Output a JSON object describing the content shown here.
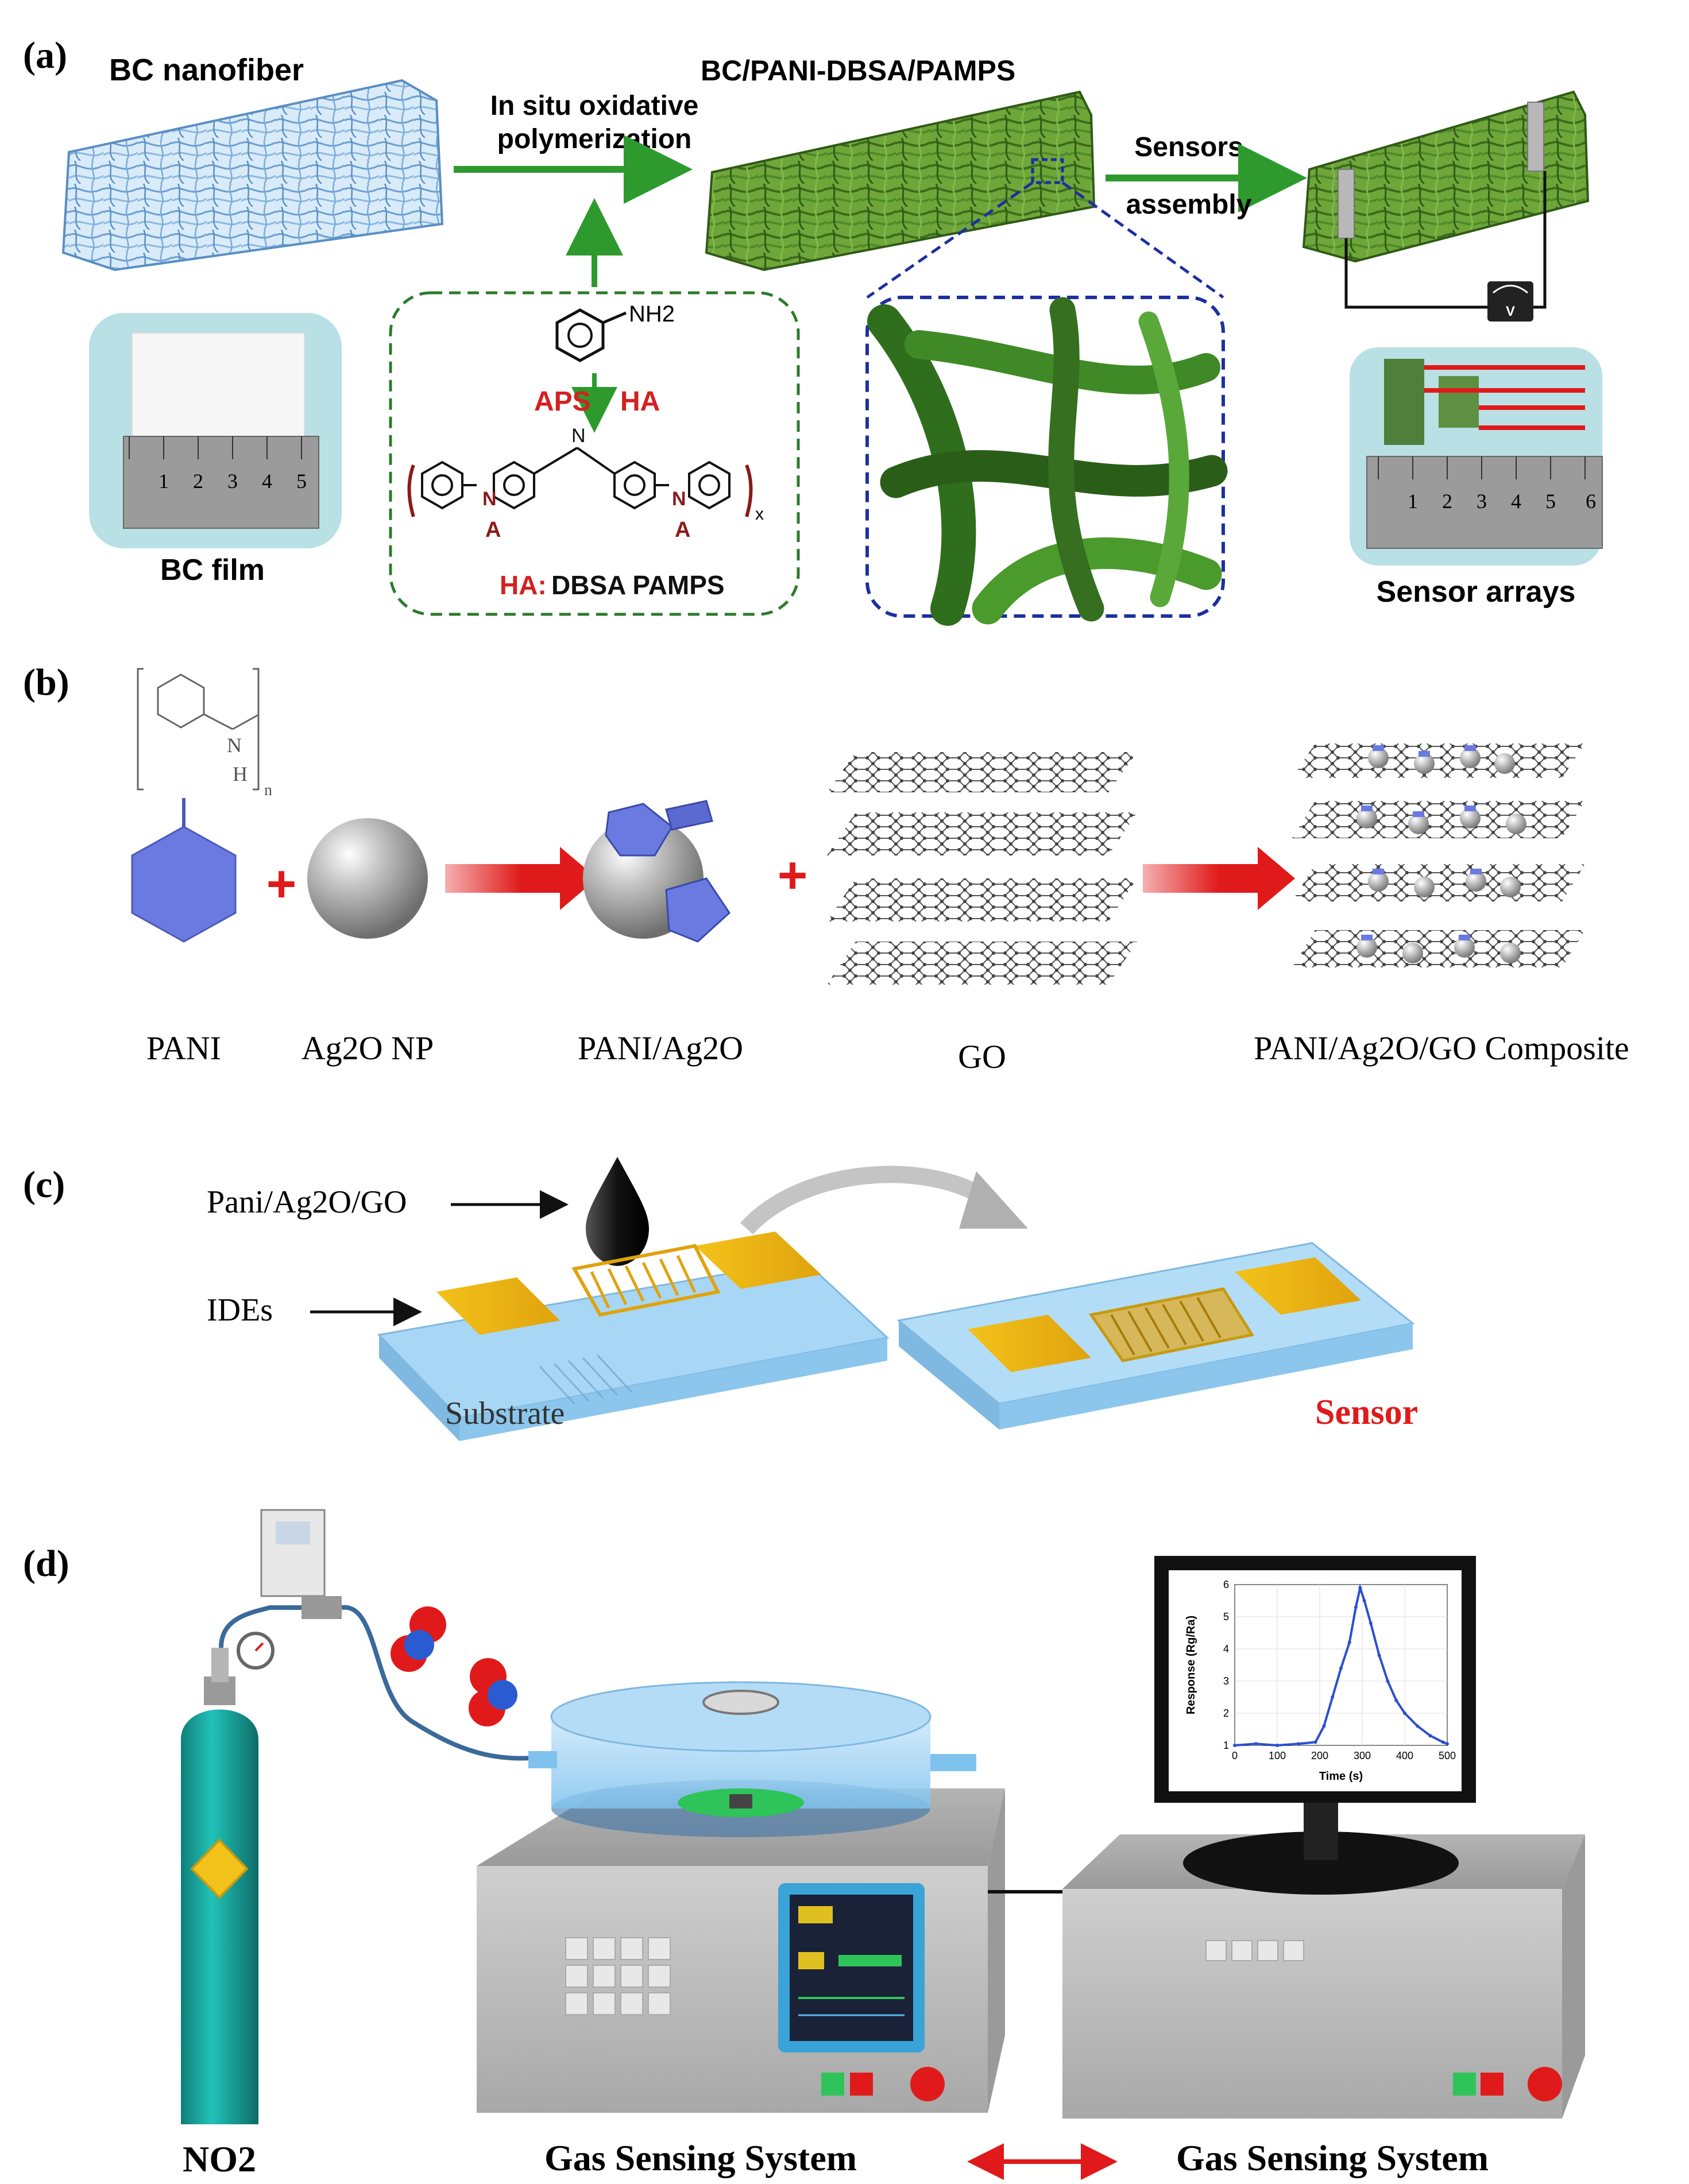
{
  "panel_a": {
    "tag": "(a)",
    "bc_nanofiber": "BC nanofiber",
    "composite_title": "BC/PANI-DBSA/PAMPS",
    "step1_line1": "In situ oxidative",
    "step1_line2": "polymerization",
    "step2_line1": "Sensors",
    "step2_line2": "assembly",
    "bc_film": "BC film",
    "sensor_arrays": "Sensor arrays",
    "aniline_nh2": "NH2",
    "aps": "APS",
    "ha": "HA",
    "ha_label": "HA:",
    "ha_value": "DBSA PAMPS",
    "anion": "A",
    "subscript_x": "x",
    "voltmeter": "V",
    "ruler1_ticks": [
      "1",
      "2",
      "3",
      "4",
      "5"
    ],
    "ruler2_ticks": [
      "1",
      "2",
      "3",
      "4",
      "5",
      "6"
    ]
  },
  "panel_b": {
    "tag": "(b)",
    "labels": [
      "PANI",
      "Ag2O NP",
      "PANI/Ag2O",
      "GO",
      "PANI/Ag2O/GO Composite"
    ],
    "plus": "+",
    "subscript_n": "n"
  },
  "panel_c": {
    "tag": "(c)",
    "ink_label": "Pani/Ag2O/GO",
    "ides_label": "IDEs",
    "substrate_label": "Substrate",
    "sensor_label": "Sensor"
  },
  "panel_d": {
    "tag": "(d)",
    "cylinder_label": "NO2",
    "system_label_left": "Gas Sensing System",
    "system_label_right": "Gas Sensing System",
    "chart_data": {
      "type": "line",
      "xlabel": "Time (s)",
      "ylabel": "Response (Rg/Ra)",
      "xlim": [
        0,
        500
      ],
      "ylim": [
        1,
        6
      ],
      "xticks": [
        "0",
        "100",
        "200",
        "300",
        "400",
        "500"
      ],
      "yticks": [
        "1",
        "2",
        "3",
        "4",
        "5",
        "6"
      ],
      "x": [
        0,
        50,
        100,
        150,
        190,
        210,
        230,
        250,
        270,
        285,
        295,
        305,
        320,
        340,
        360,
        380,
        400,
        430,
        460,
        490,
        500
      ],
      "y": [
        1.0,
        1.05,
        1.0,
        1.05,
        1.1,
        1.6,
        2.5,
        3.4,
        4.2,
        5.3,
        5.9,
        5.5,
        4.8,
        3.8,
        3.0,
        2.4,
        2.0,
        1.6,
        1.3,
        1.1,
        1.05
      ],
      "grid": true,
      "line_color": "#2a4fd0"
    }
  },
  "colors": {
    "green_arrow": "#2e9a2e",
    "red_text": "#d42020",
    "blue_dash": "#1d2fa0",
    "green_dash": "#2d7a2d",
    "bc_fiber": "#8ab8e0",
    "pani_green": "#4f8a2a",
    "sensor_red": "#e01a1a",
    "cylinder": "#1aa39a"
  }
}
